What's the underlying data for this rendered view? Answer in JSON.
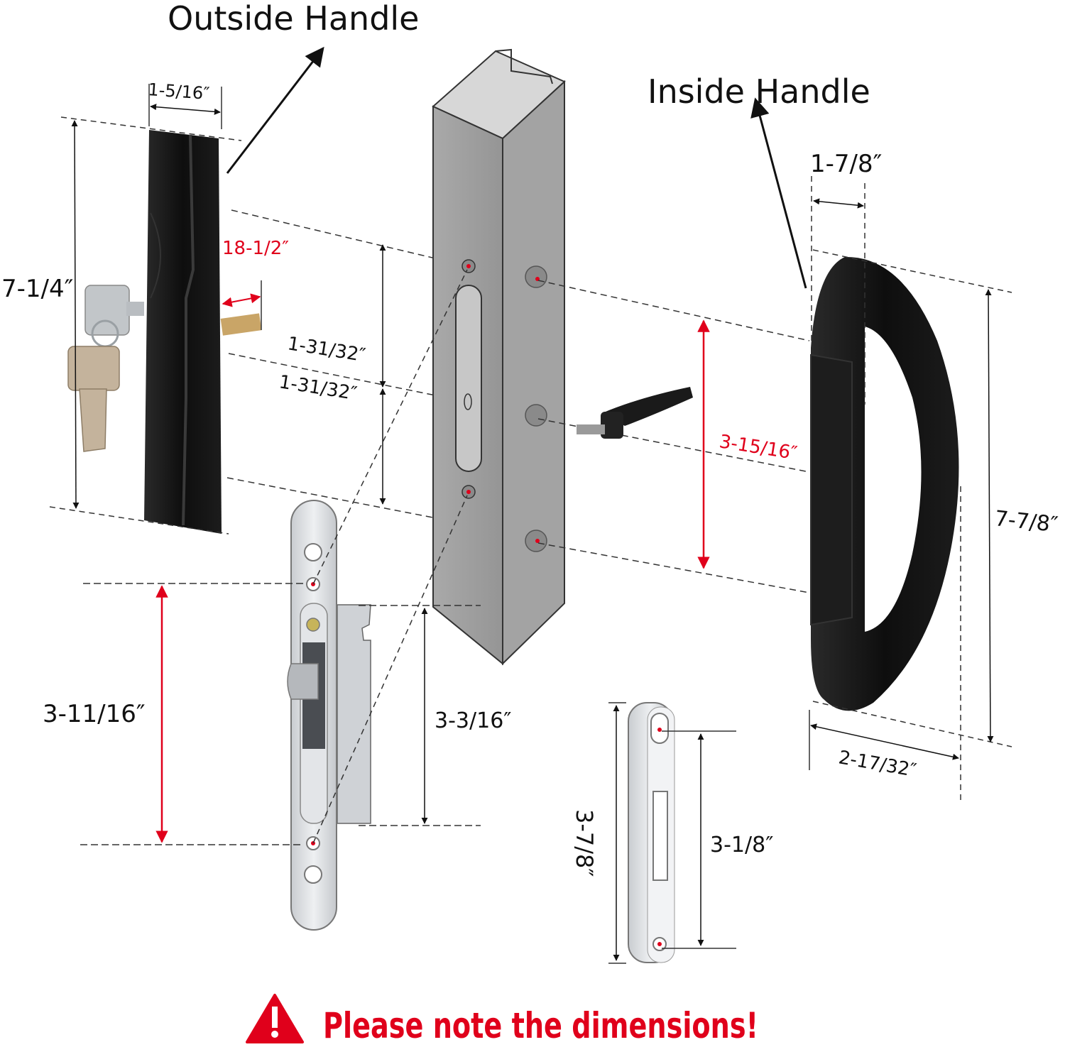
{
  "titles": {
    "outside_handle": "Outside Handle",
    "inside_handle": "Inside Handle"
  },
  "dimensions": {
    "outside_width": "1-5/16″",
    "outside_height": "7-1/4″",
    "key_extension": "18-1/2″",
    "hole_spacing_upper": "1-31/32″",
    "hole_spacing_lower": "1-31/32″",
    "inside_width": "1-7/8″",
    "inside_hole_spacing": "3-15/16″",
    "inside_height": "7-7/8″",
    "inside_depth": "2-17/32″",
    "mortise_hole_spacing": "3-11/16″",
    "mortise_bracket_height": "3-3/16″",
    "strike_height": "3-7/8″",
    "strike_hole_spacing": "3-1/8″"
  },
  "warning": {
    "text": "Please note the dimensions!",
    "icon": "warning-triangle-icon"
  },
  "colors": {
    "accent_red": "#e0001b",
    "handle_black": "#111111",
    "frame_gray": "#9a9a9a",
    "metal_silver": "#d8dadd"
  }
}
